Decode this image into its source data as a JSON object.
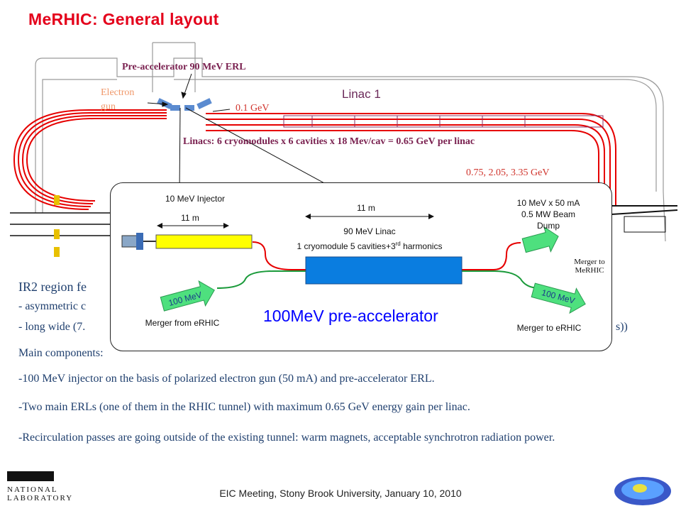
{
  "title": "MeRHIC: General layout",
  "layout": {
    "preaccelerator_label": "Pre-accelerator 90 MeV ERL",
    "electron_gun_label": "Electron gun",
    "energy_01": "0.1 GeV",
    "linac1_label": "Linac 1",
    "cryomodule_desc": "Linacs: 6 cryomodules x 6 cavities x 18 Mev/cav = 0.65 GeV per linac",
    "pass_energies": "0.75, 2.05, 3.35 GeV"
  },
  "inset": {
    "injector_label": "10 MeV Injector",
    "length_left": "11 m",
    "length_mid": "11 m",
    "linac_line1": "90 MeV Linac",
    "linac_line2": "1 cryomodule 5 cavities+3",
    "linac_sup": "rd",
    "linac_line2_end": " harmonics",
    "dump_line1": "10 MeV x 50 mA",
    "dump_line2": "0.5 MW Beam",
    "dump_line3": "Dump",
    "merger_to_merhic": "Merger to MeRHIC",
    "arrow_left_label": "100 MeV",
    "arrow_right_label": "100 MeV",
    "merger_from_erhic": "Merger from eRHIC",
    "merger_to_erhic": "Merger to eRHIC",
    "preaccelerator_title": "100MeV pre-accelerator"
  },
  "text": {
    "ir2_heading": "IR2 region fe",
    "bullet1": "- asymmetric c",
    "bullet2": "- long wide (7.",
    "bullet2_tail": "s))",
    "main_components": "Main components:",
    "line1": "-100 MeV injector on the basis of polarized electron gun (50 mA) and pre-accelerator ERL.",
    "line2": "-Two main ERLs (one of them in the RHIC tunnel) with maximum 0.65 GeV energy gain per linac.",
    "line3": "-Recirculation passes are going outside of the existing tunnel: warm magnets, acceptable synchrotron radiation power."
  },
  "footer": "EIC Meeting, Stony Brook University, January 10, 2010",
  "logos": {
    "bnl_text": "NATIONAL LABORATORY"
  },
  "colors": {
    "title": "#e4001b",
    "beam_red": "#e60000",
    "beam_green": "#1a9a3a",
    "linac_blue": "#0a7de0",
    "injector_yellow": "#ffff00",
    "arrow_green": "#4ee07e",
    "preacc_blue": "#0000ff"
  }
}
